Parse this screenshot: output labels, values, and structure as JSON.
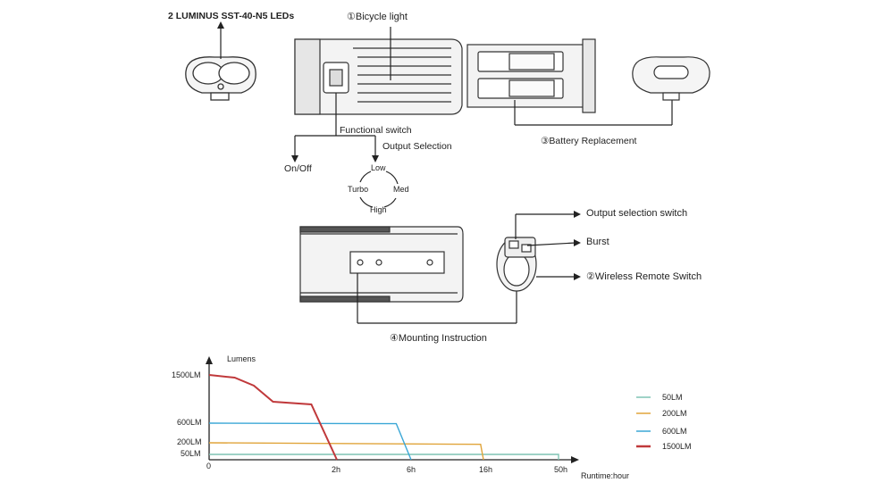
{
  "diagram": {
    "leds_label": "2 LUMINUS SST-40-N5 LEDs",
    "bicycle_light_label": "①Bicycle light",
    "functional_switch_label": "Functional switch",
    "output_selection_label": "Output Selection",
    "onoff_label": "On/Off",
    "modes": {
      "low": "Low",
      "med": "Med",
      "high": "High",
      "turbo": "Turbo"
    },
    "battery_label": "③Battery Replacement",
    "output_switch_label": "Output selection switch",
    "burst_label": "Burst",
    "remote_label": "②Wireless Remote Switch",
    "mounting_label": "④Mounting Instruction"
  },
  "chart_data": {
    "type": "line",
    "title": "",
    "ylabel": "Lumens",
    "xlabel": "Runtime:hour",
    "y_ticks": [
      "1500LM",
      "600LM",
      "200LM",
      "50LM"
    ],
    "x_ticks": [
      "0",
      "2h",
      "6h",
      "16h",
      "50h"
    ],
    "series": [
      {
        "name": "50LM",
        "color": "#7fc4b4",
        "points": [
          [
            0,
            50
          ],
          [
            50,
            50
          ],
          [
            50,
            0
          ]
        ]
      },
      {
        "name": "200LM",
        "color": "#e0a43a",
        "points": [
          [
            0,
            200
          ],
          [
            15.6,
            180
          ],
          [
            16,
            0
          ]
        ]
      },
      {
        "name": "600LM",
        "color": "#3ba7d6",
        "points": [
          [
            0,
            600
          ],
          [
            5.2,
            590
          ],
          [
            6,
            0
          ]
        ]
      },
      {
        "name": "1500LM",
        "color": "#c0393b",
        "points": [
          [
            0,
            1500
          ],
          [
            0.4,
            1450
          ],
          [
            0.7,
            1300
          ],
          [
            1.0,
            1000
          ],
          [
            1.6,
            950
          ],
          [
            2.0,
            0
          ]
        ]
      }
    ]
  }
}
